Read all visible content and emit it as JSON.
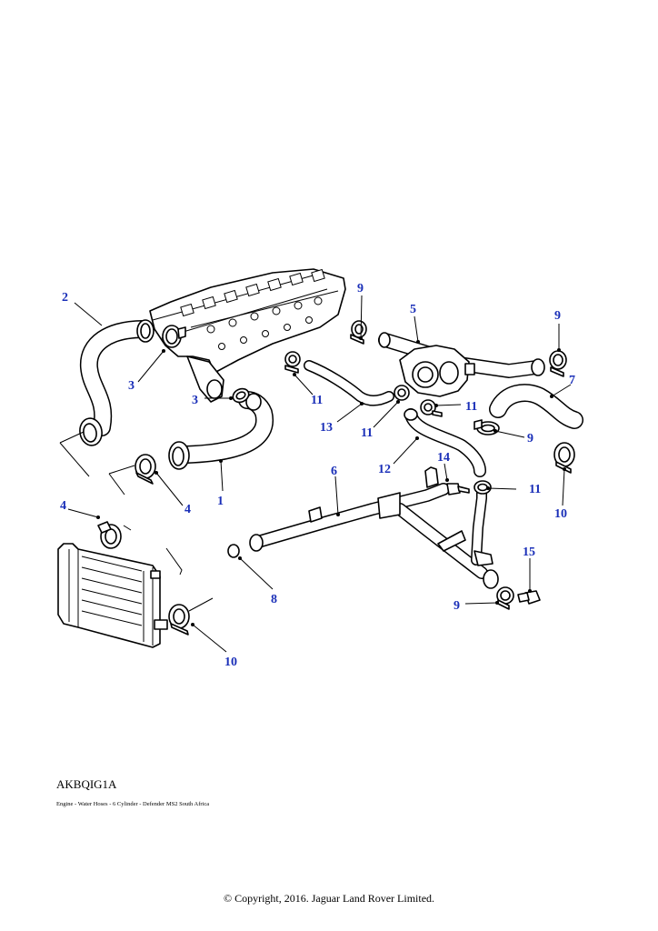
{
  "diagram": {
    "code": "AKBQIG1A",
    "subtitle": "Engine - Water Hoses - 6 Cylinder - Defender MS2 South Africa",
    "copyright": "© Copyright, 2016. Jaguar Land Rover Limited.",
    "callouts": {
      "c2": "2",
      "c3a": "3",
      "c3b": "3",
      "c1": "1",
      "c4a": "4",
      "c4b": "4",
      "c9a": "9",
      "c5": "5",
      "c9b": "9",
      "c7": "7",
      "c11a": "11",
      "c11b": "11",
      "c13": "13",
      "c11c": "11",
      "c9c": "9",
      "c12": "12",
      "c14": "14",
      "c11d": "11",
      "c10a": "10",
      "c6": "6",
      "c8": "8",
      "c15": "15",
      "c9d": "9",
      "c10b": "10"
    },
    "colors": {
      "callout": "#1a2fb8",
      "line": "#000000",
      "background": "#ffffff"
    }
  }
}
